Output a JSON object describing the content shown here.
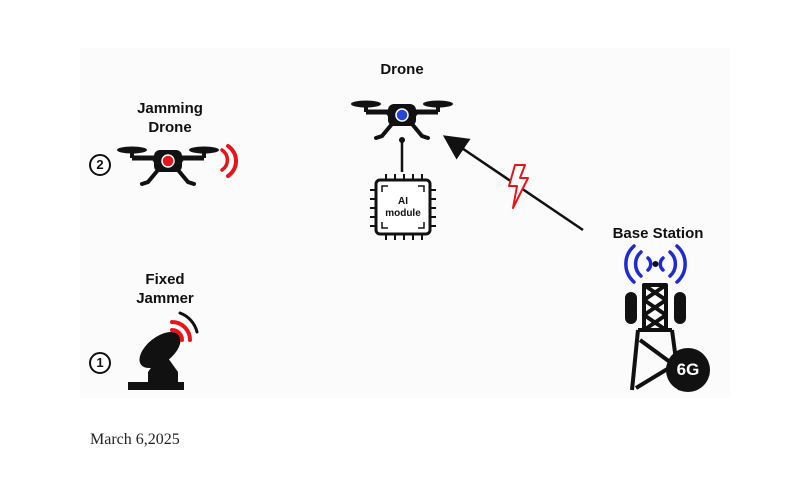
{
  "nodes": {
    "drone": {
      "label": "Drone"
    },
    "ai_module": {
      "line1": "AI",
      "line2": "module"
    },
    "jamming_drone": {
      "line1": "Jamming",
      "line2": "Drone",
      "marker": "2"
    },
    "fixed_jammer": {
      "line1": "Fixed",
      "line2": "Jammer",
      "marker": "1"
    },
    "base_station": {
      "label": "Base Station",
      "badge": "6G"
    }
  },
  "footer": {
    "date": "March 6,2025"
  },
  "colors": {
    "jam": "#e8141a",
    "signal_6g": "#1f2ad6",
    "drone_core": "#2845d8",
    "ink": "#111111"
  },
  "icons": [
    "drone-icon",
    "chip-icon",
    "satellite-dish-icon",
    "cell-tower-icon",
    "lightning-icon",
    "signal-waves-icon"
  ]
}
